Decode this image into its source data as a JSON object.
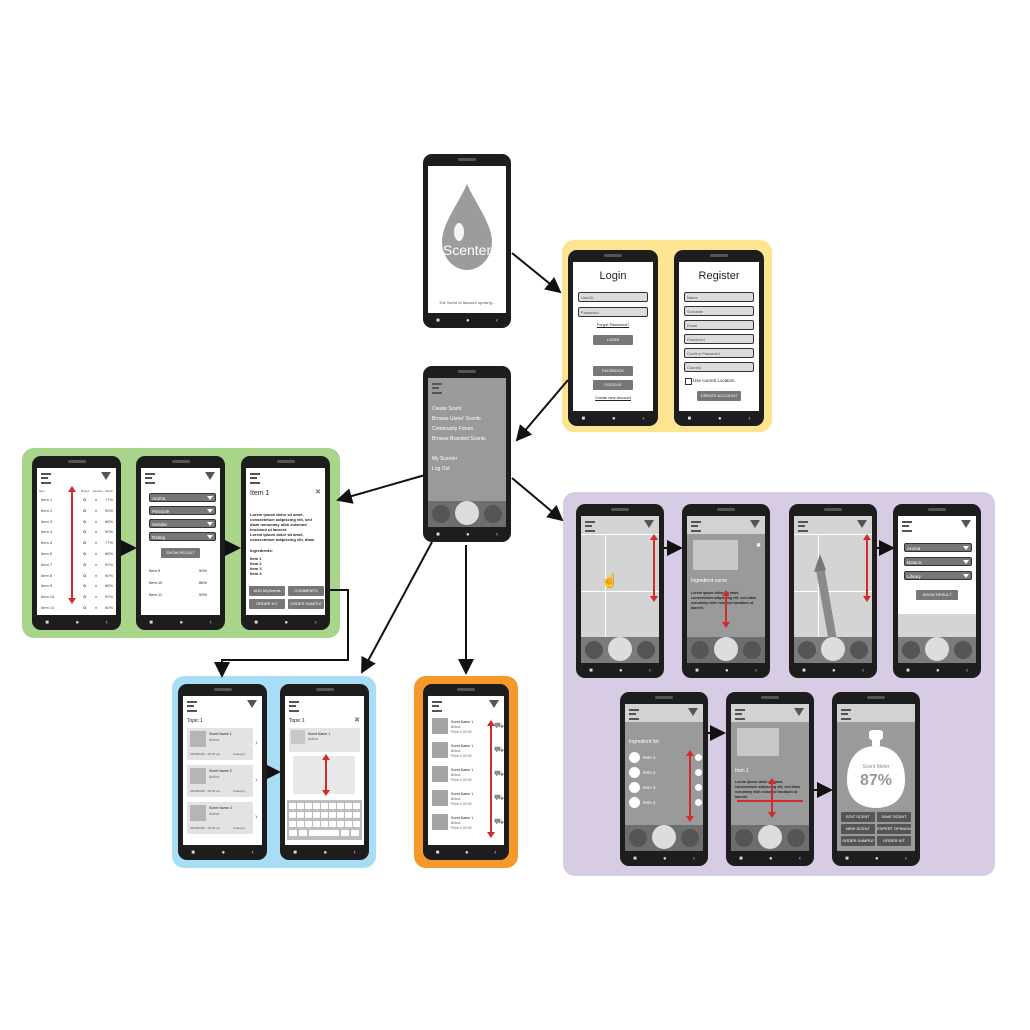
{
  "splash": {
    "app_name": "Scenter",
    "tagline": "The Scent of flavours uprising..."
  },
  "login": {
    "title": "Login",
    "userid_placeholder": "UserID",
    "password_placeholder": "Password",
    "forgot": "Forgot Password?",
    "login_btn": "LOGIN",
    "facebook_btn": "FACEBOOK",
    "google_btn": "GOOGLE",
    "create_link": "Create new Account"
  },
  "register": {
    "title": "Register",
    "fields": [
      "Name",
      "Surname",
      "Email",
      "Password",
      "Confirm Password",
      "Country"
    ],
    "location": "Use current Location",
    "create_btn": "CREATE ACCOUNT"
  },
  "menu": {
    "items": [
      "Create Scent",
      "Browse Users' Scents",
      "Community Forum",
      "Browse Branded Scents"
    ],
    "items2": [
      "My Scenter",
      "Log Out"
    ]
  },
  "browse_list": {
    "headers": [
      "Item",
      "Brand",
      "Gender",
      "Match"
    ],
    "items": [
      "Item 1",
      "Item 2",
      "Item 3",
      "Item 4",
      "Item 5",
      "Item 6",
      "Item 7",
      "Item 8",
      "Item 9",
      "Item 10",
      "Item 11"
    ],
    "match": [
      "77%",
      "92%",
      "86%",
      "90%",
      "77%",
      "86%",
      "92%",
      "90%",
      "86%",
      "92%",
      "90%"
    ]
  },
  "filter": {
    "selects": [
      "Aroma",
      "Principle",
      "Gender",
      "Rating"
    ],
    "show_btn": "SHOW RESULT",
    "items": [
      "Item 9",
      "Item 10",
      "Item 11"
    ],
    "match": [
      "90%",
      "86%",
      "92%"
    ]
  },
  "item_detail": {
    "title": "Item 1",
    "desc": [
      "Lorem ipsum dolor sit amet,",
      "consectetuer adipiscing elit, sed",
      "diam nonummy nibh euismod",
      "tincidunt ut laoreet.",
      "Lorem ipsum dolor sit amet,",
      "consectetuer adipiscing elit, diam"
    ],
    "ingredients_label": "Ingredients:",
    "ingredients": [
      "Item 1",
      "Item 2",
      "Item 3",
      "Item 4"
    ],
    "buttons": [
      "ADD MyScents",
      "COMMENTS",
      "ORDER KIT",
      "ORDER SAMPLE"
    ]
  },
  "forum": {
    "topic": "Topic 1",
    "posts": [
      {
        "name": "Scent Name 1",
        "author": "Author",
        "meta": "02/08/2020 · 09:45 pm",
        "tag": "Category"
      },
      {
        "name": "Scent Name 2",
        "author": "Author",
        "meta": "02/08/2020 · 09:45 pm",
        "tag": "Category"
      },
      {
        "name": "Scent Name 3",
        "author": "Author",
        "meta": "02/08/2020 · 09:45 pm",
        "tag": "Category"
      }
    ]
  },
  "branded": {
    "items": [
      {
        "name": "Scent Name 1",
        "brand": "Brand",
        "price": "Price £ 00.00"
      },
      {
        "name": "Scent Name 1",
        "brand": "Brand",
        "price": "Price £ 00.00"
      },
      {
        "name": "Scent Name 1",
        "brand": "Brand",
        "price": "Price £ 00.00"
      },
      {
        "name": "Scent Name 1",
        "brand": "Brand",
        "price": "Price £ 00.00"
      },
      {
        "name": "Scent Name 1",
        "brand": "Brand",
        "price": "Price £ 00.00"
      }
    ]
  },
  "create": {
    "ingredient_name": "Ingredient name",
    "lorem": [
      "Lorem ipsum dolor sit amet,",
      "consectetuer adipiscing elit, sed diam",
      "nonummy nibh euismod tincidunt ut",
      "laoreet."
    ],
    "filter_selects": [
      "Aroma",
      "Botanic",
      "Library"
    ],
    "show_btn": "SHOW RESULT",
    "ingredient_list_label": "Ingredient list",
    "ing_items": [
      "Item 1",
      "Item 2",
      "Item 3",
      "Item 4"
    ],
    "item1": "Item 1",
    "meter_label": "Scent Meter",
    "meter_value": "87%",
    "meter_buttons": [
      "EDIT SCENT",
      "SAVE SCENT",
      "NEW SCENT",
      "EXPERT OPINION",
      "ORDER SAMPLE",
      "ORDER KIT"
    ]
  },
  "colors": {
    "yellow": "#fde490",
    "green": "#a8d58a",
    "blue": "#a9dcf5",
    "orange": "#f59a2a",
    "purple": "#d8cce4",
    "arrow_red": "#d12b2b"
  }
}
